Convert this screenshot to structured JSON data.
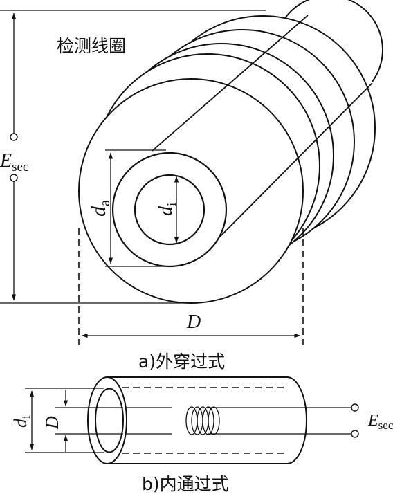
{
  "diagram_a": {
    "coil_label": "检测线圈",
    "voltage_label": "E",
    "voltage_sub": "sec",
    "outer_dia_label": "d",
    "outer_dia_sub": "a",
    "inner_dia_label": "d",
    "inner_dia_sub": "i",
    "coil_dia_label": "D",
    "caption": "a)外穿过式"
  },
  "diagram_b": {
    "inner_dia_label": "d",
    "inner_dia_sub": "i",
    "coil_dia_label": "D",
    "voltage_label": "E",
    "voltage_sub": "sec",
    "caption": "b)内通过式"
  }
}
